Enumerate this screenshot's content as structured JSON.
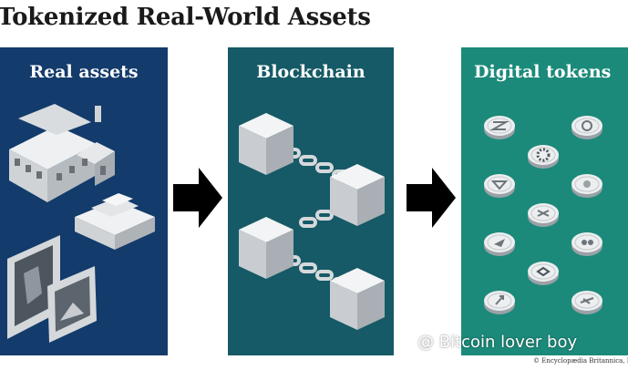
{
  "title": "Tokenized Real-World Assets",
  "panels": [
    {
      "label": "Real assets"
    },
    {
      "label": "Blockchain"
    },
    {
      "label": "Digital tokens"
    }
  ],
  "colors": {
    "real_assets_bg": "#133b6c",
    "blockchain_bg": "#155a66",
    "digital_tokens_bg": "#1b8a7a",
    "arrow": "#000000"
  },
  "watermark": "@ Bitcoin lover boy",
  "credit": "© Encyclopædia Britannica, Inc."
}
